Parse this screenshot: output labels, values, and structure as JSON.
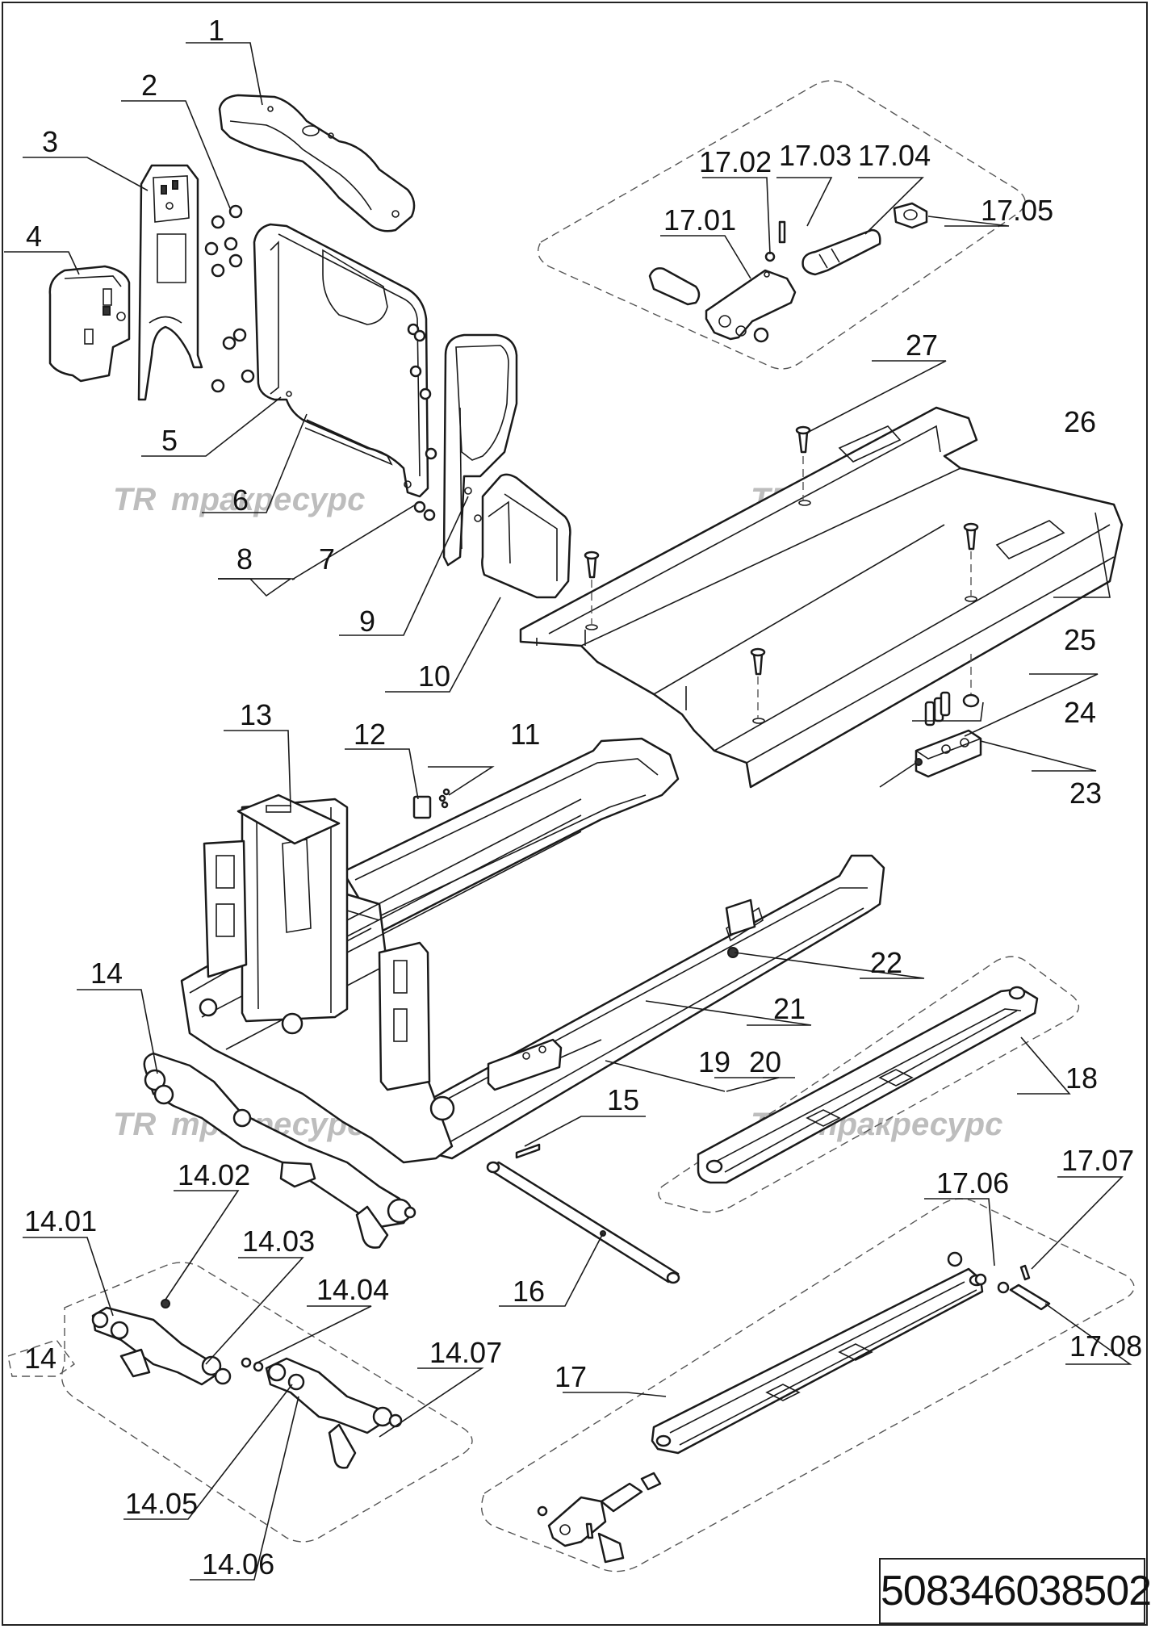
{
  "drawing_number": "508346038502",
  "watermark_text": "тракресурс",
  "watermark_logo": "TR",
  "callouts": [
    {
      "id": "c1",
      "label": "1"
    },
    {
      "id": "c2",
      "label": "2"
    },
    {
      "id": "c3",
      "label": "3"
    },
    {
      "id": "c4",
      "label": "4"
    },
    {
      "id": "c5",
      "label": "5"
    },
    {
      "id": "c6",
      "label": "6"
    },
    {
      "id": "c7",
      "label": "7"
    },
    {
      "id": "c8",
      "label": "8"
    },
    {
      "id": "c9",
      "label": "9"
    },
    {
      "id": "c10",
      "label": "10"
    },
    {
      "id": "c11",
      "label": "11"
    },
    {
      "id": "c12",
      "label": "12"
    },
    {
      "id": "c13",
      "label": "13"
    },
    {
      "id": "c14a",
      "label": "14"
    },
    {
      "id": "c14b",
      "label": "14"
    },
    {
      "id": "c15",
      "label": "15"
    },
    {
      "id": "c16",
      "label": "16"
    },
    {
      "id": "c17",
      "label": "17"
    },
    {
      "id": "c18",
      "label": "18"
    },
    {
      "id": "c19",
      "label": "19"
    },
    {
      "id": "c20",
      "label": "20"
    },
    {
      "id": "c21",
      "label": "21"
    },
    {
      "id": "c22",
      "label": "22"
    },
    {
      "id": "c23",
      "label": "23"
    },
    {
      "id": "c24",
      "label": "24"
    },
    {
      "id": "c25",
      "label": "25"
    },
    {
      "id": "c26",
      "label": "26"
    },
    {
      "id": "c27",
      "label": "27"
    },
    {
      "id": "c1701",
      "label": "17.01"
    },
    {
      "id": "c1702",
      "label": "17.02"
    },
    {
      "id": "c1703",
      "label": "17.03"
    },
    {
      "id": "c1704",
      "label": "17.04"
    },
    {
      "id": "c1705",
      "label": "17.05"
    },
    {
      "id": "c1706",
      "label": "17.06"
    },
    {
      "id": "c1707",
      "label": "17.07"
    },
    {
      "id": "c1708",
      "label": "17.08"
    },
    {
      "id": "c1401",
      "label": "14.01"
    },
    {
      "id": "c1402",
      "label": "14.02"
    },
    {
      "id": "c1403",
      "label": "14.03"
    },
    {
      "id": "c1404",
      "label": "14.04"
    },
    {
      "id": "c1405",
      "label": "14.05"
    },
    {
      "id": "c1406",
      "label": "14.06"
    },
    {
      "id": "c1407",
      "label": "14.07"
    }
  ]
}
